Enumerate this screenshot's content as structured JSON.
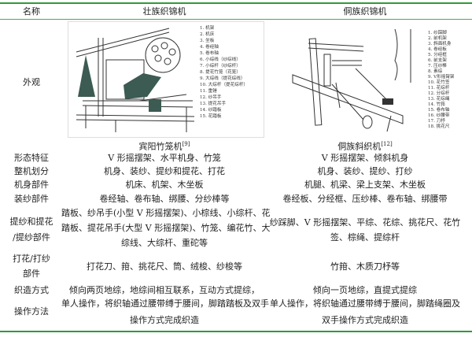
{
  "header": {
    "name": "名称",
    "zhuang": "壮族织锦机",
    "dong": "侗族织锦机"
  },
  "appearance_label": "外观",
  "zhuang_legend": [
    "1. 机架",
    "2. 机床",
    "3. 坐板",
    "4. 卷经轴",
    "5. 卷布轴",
    "6. 小综线（纱综线）",
    "7. 小综杆（纱综杆）",
    "8. 提花竹笼（花笼）",
    "9. 大综线（提花综线）",
    "10. 大综杆（提花综杆）",
    "11. 重锤",
    "12. 纱吊手",
    "13. 提花吊手",
    "14. 纱踏板",
    "15. 花踏板"
  ],
  "dong_legend": [
    "1.  纱踩脚",
    "2.  前机架",
    "3.  斜面机身",
    "4.  卷经板",
    "5.  分经框",
    "6.  前支架",
    "7.  压纱棒",
    "8.  素综",
    "9.  V形摇臂架",
    "10.  花竹签",
    "11.  花综杆",
    "12.  分综杆",
    "13.  花综绳",
    "14.  竹筘",
    "15.  卷布轴",
    "16.  纱腰带",
    "17.  刀杼",
    "18.  挑花尺"
  ],
  "captions": {
    "zhuang": "宾阳竹笼机",
    "zhuang_ref": "[9]",
    "dong": "侗族斜织机",
    "dong_ref": "[12]"
  },
  "rows": [
    {
      "label": "形态特征",
      "zhuang": "V 形摇摆架、水平机身、竹笼",
      "dong": "V 形摇摆架、倾斜机身"
    },
    {
      "label": "整机划分",
      "zhuang": "机身、装纱、提纱和提花、打花",
      "dong": "机身、装纱、提纱、打纱"
    },
    {
      "label": "机身部件",
      "zhuang": "机床、机架、木坐板",
      "dong": "机腿、机梁、梁上支架、木坐板"
    },
    {
      "label": "装纱部件",
      "zhuang": "卷经轴、卷布轴、绑腰、分纱棒等",
      "dong": "卷经板、分经框、压纱棒、卷布轴、绑腰带"
    },
    {
      "label1": "提纱和提花",
      "label2": "/提纱部件",
      "zhuang1": "踏板、纱吊手(小型 V 形摇摆架)、小棕线、小综杆、花",
      "zhuang2": "踏板、提花吊手(大型 V 形摇摆架)、竹笼、编花竹、大",
      "zhuang3": "综线、大综杆、重砣等",
      "dong1": "纱踩脚、V 形摇摆架、平综、花综、挑花尺、花竹",
      "dong2": "签、棕绳、提综杆"
    },
    {
      "label1": "打花/打纱",
      "label2": "部件",
      "zhuang": "打花刀、箝、挑花尺、筒、绒梭、纱梭等",
      "dong": "竹箝、木质刀杼等"
    },
    {
      "label": "织造方式",
      "zhuang": "倾向两页地综，地综间相互联系，互动方式提综，",
      "dong": "倾向一页地综，直提式提综"
    },
    {
      "label": "操作方法",
      "zhuang1": "单人操作，将织轴通过腰带缚于腰间，脚踏踏板及双手",
      "zhuang2": "操作方式完成织造",
      "dong1": "单人操作，将织轴通过腰带缚于腰间，脚踏绳圈及",
      "dong2": "双手操作方式完成织造"
    }
  ]
}
